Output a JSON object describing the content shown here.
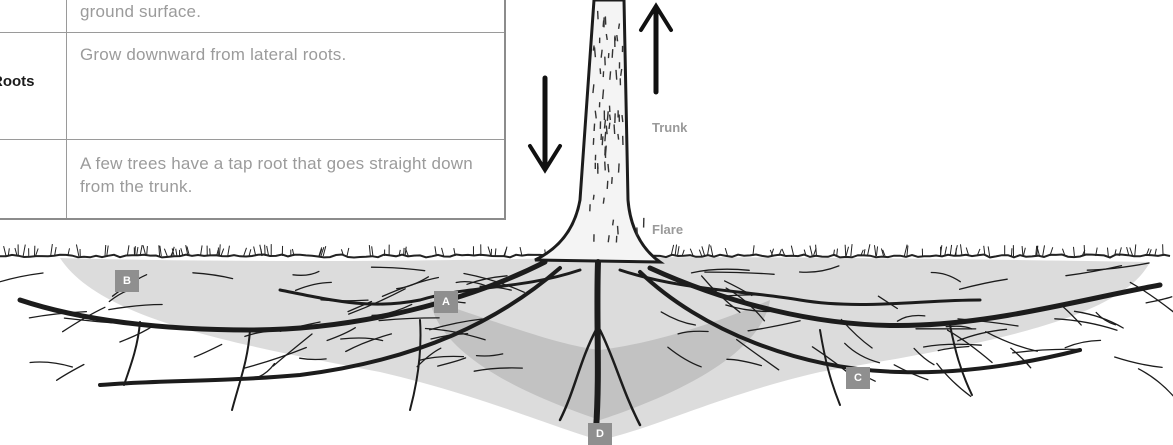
{
  "table": {
    "rows": [
      {
        "label": "",
        "description": "ground surface."
      },
      {
        "label": "Roots",
        "description": "Grow downward from lateral roots."
      },
      {
        "label": "",
        "description": "A few trees have a tap root that goes straight down from the trunk."
      }
    ]
  },
  "callouts": {
    "trunk": "Trunk",
    "flare": "Flare"
  },
  "markers": [
    "A",
    "B",
    "C",
    "D"
  ],
  "colors": {
    "ink": "#1c1c1c",
    "soil": "#cfcfcf",
    "badge": "#8f8f8f",
    "table_border": "#8c8c8c",
    "muted_text": "#9b9b9b"
  }
}
